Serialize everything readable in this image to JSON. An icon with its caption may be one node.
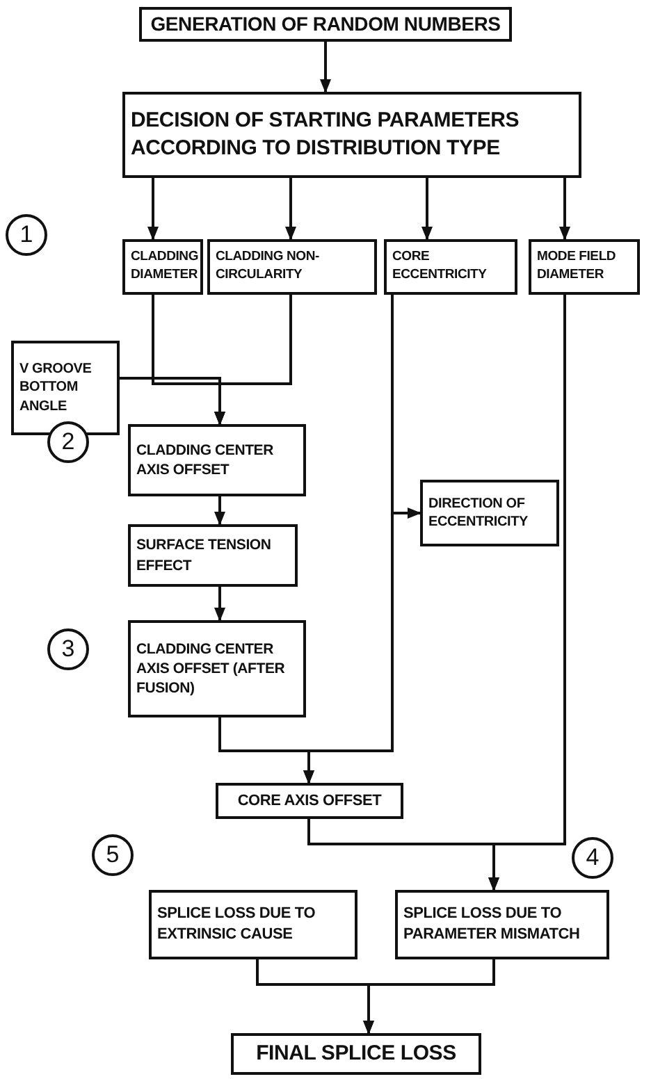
{
  "diagram": {
    "nodes": [
      {
        "text": [
          "GENERATION OF RANDOM NUMBERS"
        ]
      },
      {
        "text": [
          "DECISION OF STARTING PARAMETERS ACCORDING TO DISTRIBUTION TYPE"
        ]
      },
      {
        "text": [
          "CLADDING DIAMETER"
        ]
      },
      {
        "text": [
          "CLADDING NON-CIRCULARITY"
        ]
      },
      {
        "text": [
          "CORE ECCENTRICITY"
        ]
      },
      {
        "text": [
          "MODE FIELD DIAMETER"
        ]
      },
      {
        "text": [
          "V GROOVE BOTTOM ANGLE"
        ]
      },
      {
        "text": [
          "CLADDING CENTER AXIS OFFSET"
        ]
      },
      {
        "text": [
          "SURFACE TENSION EFFECT"
        ]
      },
      {
        "text": [
          "CLADDING CENTER AXIS OFFSET (AFTER FUSION)"
        ]
      },
      {
        "text": [
          "DIRECTION OF ECCENTRICITY"
        ]
      },
      {
        "text": [
          "CORE AXIS OFFSET"
        ]
      },
      {
        "text": [
          "SPLICE LOSS DUE TO EXTRINSIC CAUSE"
        ]
      },
      {
        "text": [
          "SPLICE LOSS DUE TO PARAMETER MISMATCH"
        ]
      },
      {
        "text": [
          "FINAL SPLICE LOSS"
        ]
      }
    ],
    "edges": [
      {
        "from": 0,
        "to": 1,
        "arrow": "to"
      },
      {
        "from": 1,
        "to": 2,
        "arrow": "to"
      },
      {
        "from": 1,
        "to": 3,
        "arrow": "to"
      },
      {
        "from": 1,
        "to": 4,
        "arrow": "to"
      },
      {
        "from": 1,
        "to": 5,
        "arrow": "to"
      },
      {
        "from": 2,
        "to": 7,
        "arrow": "to"
      },
      {
        "from": 3,
        "to": 7,
        "arrow": "to"
      },
      {
        "from": 6,
        "to": 7,
        "arrow": "to"
      },
      {
        "from": 7,
        "to": 8,
        "arrow": "to"
      },
      {
        "from": 8,
        "to": 9,
        "arrow": "to"
      },
      {
        "from": 4,
        "to": 10,
        "arrow": "to"
      },
      {
        "from": 9,
        "to": 11,
        "arrow": "to"
      },
      {
        "from": 4,
        "to": 11,
        "arrow": "to"
      },
      {
        "from": 11,
        "to": 13,
        "arrow": "to"
      },
      {
        "from": 5,
        "to": 13,
        "arrow": "to"
      },
      {
        "from": 12,
        "to": 14,
        "arrow": "to"
      },
      {
        "from": 13,
        "to": 14,
        "arrow": "to"
      }
    ],
    "labels": [
      "1",
      "2",
      "3",
      "5",
      "4"
    ]
  }
}
